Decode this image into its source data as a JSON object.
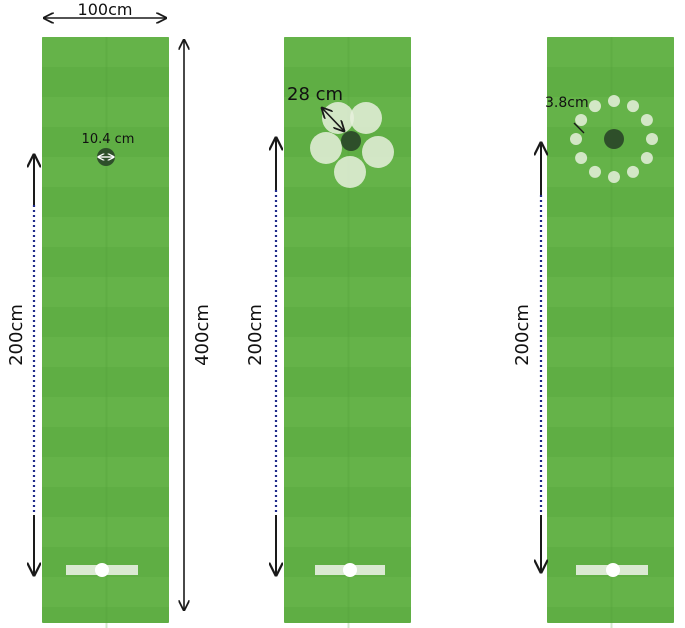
{
  "panels": [
    {
      "variant": "single-hole",
      "labels": {
        "width": "100cm",
        "height": "400cm",
        "distance": "200cm",
        "hole_diameter": "10.4 cm"
      }
    },
    {
      "variant": "five-ring",
      "labels": {
        "distance": "200cm",
        "ring_diameter": "28 cm"
      },
      "ring_count": 5
    },
    {
      "variant": "twelve-ring",
      "labels": {
        "distance": "200cm",
        "ring_diameter": "3.8cm"
      },
      "ring_count": 12
    }
  ],
  "colors": {
    "turf": "#5fae44",
    "turf_stripe": "#6cbb4f",
    "hole": "#2e4f2a",
    "ring": "#e6f0dc",
    "tee_bar": "#e8efe2",
    "ball": "#ffffff",
    "dim_line": "#1a1a1a",
    "dotted_line": "#1f2a8a"
  }
}
